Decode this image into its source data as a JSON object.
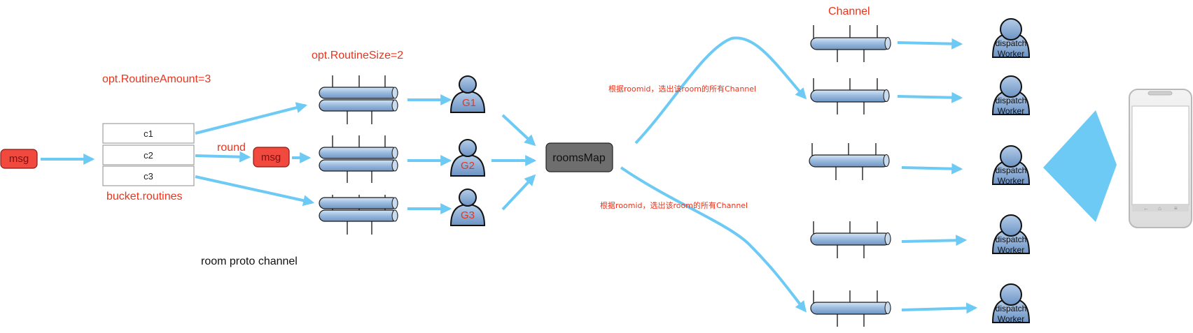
{
  "labels": {
    "opt_routine_amount": "opt.RoutineAmount=3",
    "opt_routine_size": "opt.RoutineSize=2",
    "bucket_routines": "bucket.routines",
    "round": "round",
    "room_proto_channel": "room proto channel",
    "channel": "Channel",
    "rooms_map": "roomsMap",
    "select_top": "根据roomid，选出该room的所有Channel",
    "select_bottom": "根据roomid，选出该room的所有Channel"
  },
  "msg_labels": [
    "msg",
    "msg"
  ],
  "routines": [
    "c1",
    "c2",
    "c3"
  ],
  "goroutines": [
    "G1",
    "G2",
    "G3"
  ],
  "workers": [
    {
      "line1": "dispatch",
      "line2": "Worker"
    },
    {
      "line1": "dispatch",
      "line2": "Worker"
    },
    {
      "line1": "dispatch",
      "line2": "Worker"
    },
    {
      "line1": "dispatch",
      "line2": "Worker"
    },
    {
      "line1": "dispatch",
      "line2": "Worker"
    }
  ],
  "colors": {
    "arrow": "#6ccaf5",
    "msg_fill": "#f2493f",
    "label_red": "#e8341c",
    "pipe_fill": "#a8c6e6",
    "rooms_map_fill": "#6e6e6e",
    "person_fill": "#7ea6d1"
  }
}
